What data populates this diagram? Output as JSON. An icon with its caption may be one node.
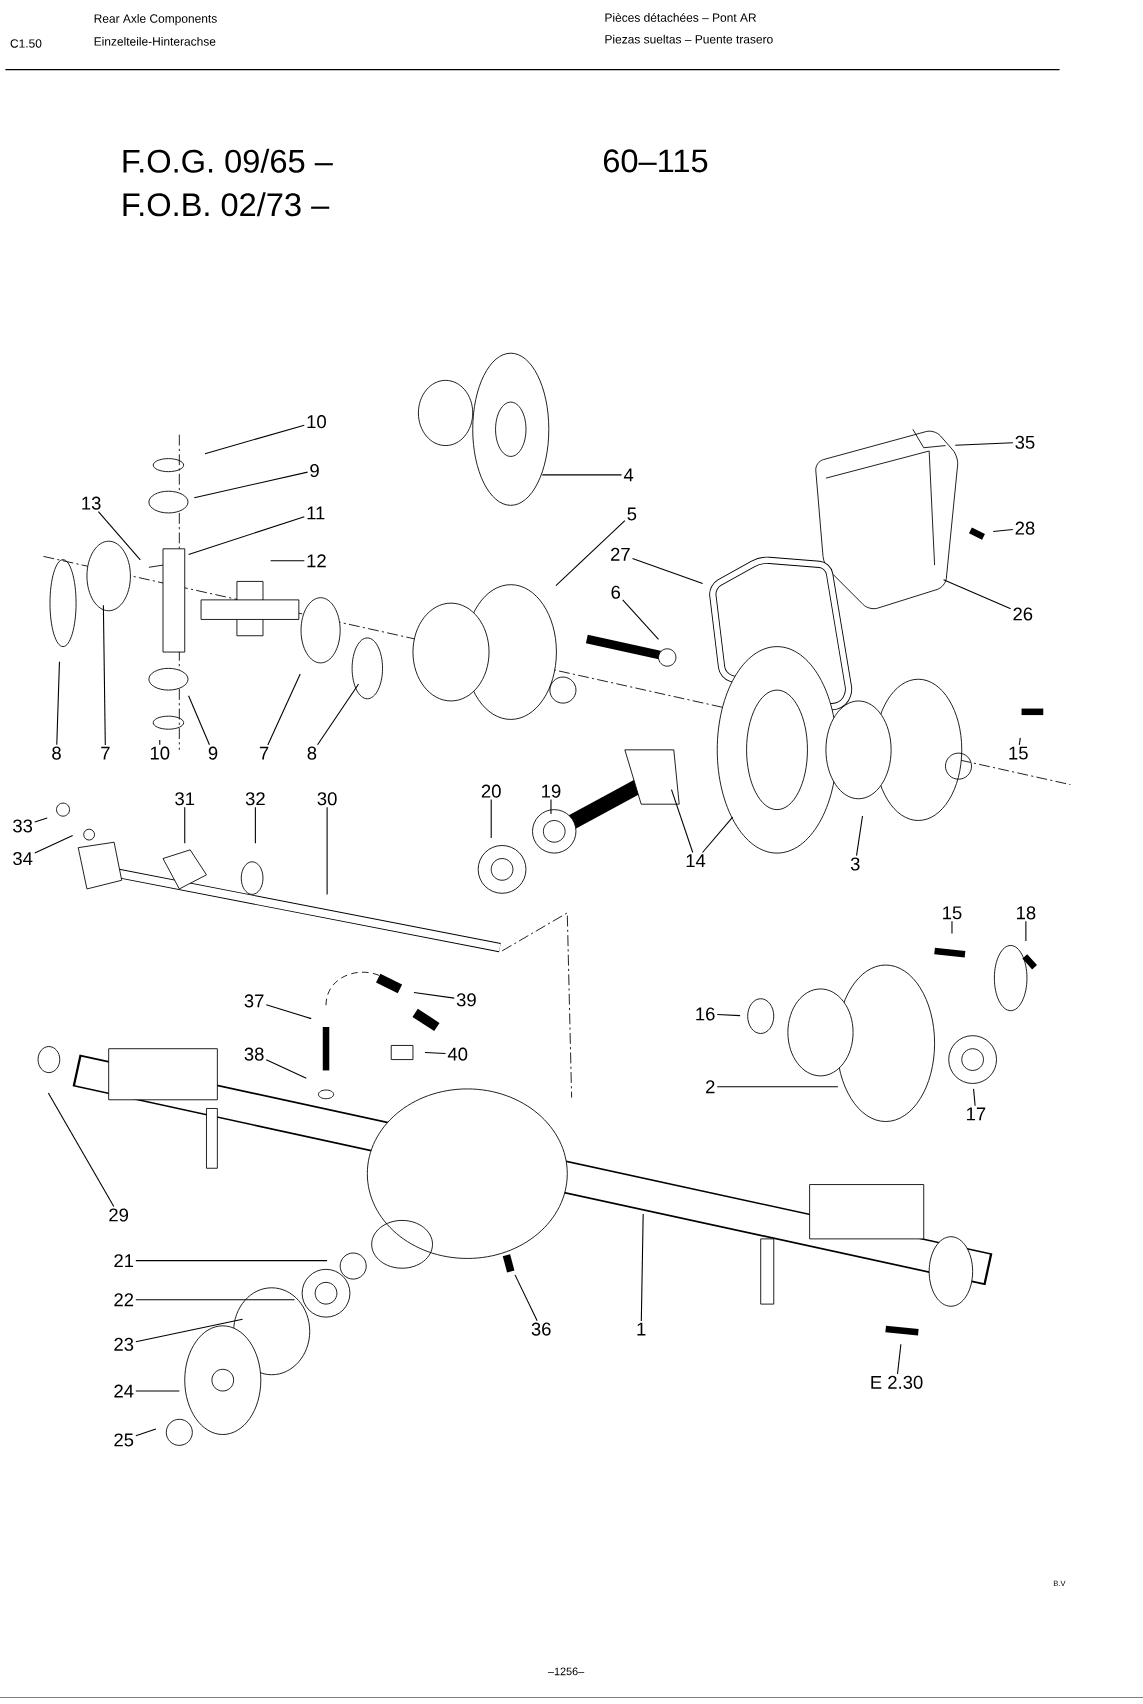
{
  "diagram": {
    "nodes": [
      {
        "text": [
          "10"
        ]
      },
      {
        "text": [
          "9"
        ]
      },
      {
        "text": [
          "13"
        ]
      },
      {
        "text": [
          "11"
        ]
      },
      {
        "text": [
          "12"
        ]
      },
      {
        "text": [
          "4"
        ]
      },
      {
        "text": [
          "5"
        ]
      },
      {
        "text": [
          "27"
        ]
      },
      {
        "text": [
          "6"
        ]
      },
      {
        "text": [
          "35"
        ]
      },
      {
        "text": [
          "28"
        ]
      },
      {
        "text": [
          "26"
        ]
      },
      {
        "text": [
          "8"
        ]
      },
      {
        "text": [
          "7"
        ]
      },
      {
        "text": [
          "10"
        ]
      },
      {
        "text": [
          "9"
        ]
      },
      {
        "text": [
          "7"
        ]
      },
      {
        "text": [
          "8"
        ]
      },
      {
        "text": [
          "15"
        ]
      },
      {
        "text": [
          "33"
        ]
      },
      {
        "text": [
          "34"
        ]
      },
      {
        "text": [
          "31"
        ]
      },
      {
        "text": [
          "32"
        ]
      },
      {
        "text": [
          "30"
        ]
      },
      {
        "text": [
          "20"
        ]
      },
      {
        "text": [
          "19"
        ]
      },
      {
        "text": [
          "14"
        ]
      },
      {
        "text": [
          "3"
        ]
      },
      {
        "text": [
          "15"
        ]
      },
      {
        "text": [
          "18"
        ]
      },
      {
        "text": [
          "37"
        ]
      },
      {
        "text": [
          "39"
        ]
      },
      {
        "text": [
          "16"
        ]
      },
      {
        "text": [
          "38"
        ]
      },
      {
        "text": [
          "40"
        ]
      },
      {
        "text": [
          "2"
        ]
      },
      {
        "text": [
          "17"
        ]
      },
      {
        "text": [
          "29"
        ]
      },
      {
        "text": [
          "21"
        ]
      },
      {
        "text": [
          "22"
        ]
      },
      {
        "text": [
          "23"
        ]
      },
      {
        "text": [
          "36"
        ]
      },
      {
        "text": [
          "1"
        ]
      },
      {
        "text": [
          "E 2.30"
        ]
      },
      {
        "text": [
          "24"
        ]
      },
      {
        "text": [
          "25"
        ]
      }
    ],
    "edges": [
      {
        "from": 0,
        "to": null,
        "arrow": "none"
      },
      {
        "from": 1,
        "to": null,
        "arrow": "none"
      },
      {
        "from": 2,
        "to": null,
        "arrow": "none"
      },
      {
        "from": 3,
        "to": null,
        "arrow": "none"
      },
      {
        "from": 4,
        "to": null,
        "arrow": "none"
      },
      {
        "from": 5,
        "to": null,
        "arrow": "none"
      },
      {
        "from": 6,
        "to": null,
        "arrow": "none"
      },
      {
        "from": 7,
        "to": null,
        "arrow": "none"
      },
      {
        "from": 8,
        "to": null,
        "arrow": "none"
      },
      {
        "from": 9,
        "to": null,
        "arrow": "none"
      },
      {
        "from": 10,
        "to": null,
        "arrow": "none"
      },
      {
        "from": 11,
        "to": null,
        "arrow": "none"
      },
      {
        "from": 12,
        "to": null,
        "arrow": "none"
      },
      {
        "from": 13,
        "to": null,
        "arrow": "none"
      },
      {
        "from": 14,
        "to": null,
        "arrow": "none"
      },
      {
        "from": 15,
        "to": null,
        "arrow": "none"
      },
      {
        "from": 16,
        "to": null,
        "arrow": "none"
      },
      {
        "from": 17,
        "to": null,
        "arrow": "none"
      },
      {
        "from": 18,
        "to": null,
        "arrow": "none"
      },
      {
        "from": 19,
        "to": null,
        "arrow": "none"
      },
      {
        "from": 20,
        "to": null,
        "arrow": "none"
      },
      {
        "from": 21,
        "to": null,
        "arrow": "none"
      },
      {
        "from": 22,
        "to": null,
        "arrow": "none"
      },
      {
        "from": 23,
        "to": null,
        "arrow": "none"
      },
      {
        "from": 24,
        "to": null,
        "arrow": "none"
      },
      {
        "from": 25,
        "to": null,
        "arrow": "none"
      },
      {
        "from": 26,
        "to": null,
        "arrow": "none"
      },
      {
        "from": 26,
        "to": null,
        "arrow": "none"
      },
      {
        "from": 27,
        "to": null,
        "arrow": "none"
      },
      {
        "from": 28,
        "to": null,
        "arrow": "none"
      },
      {
        "from": 29,
        "to": null,
        "arrow": "none"
      },
      {
        "from": 30,
        "to": null,
        "arrow": "none"
      },
      {
        "from": 31,
        "to": null,
        "arrow": "none"
      },
      {
        "from": 32,
        "to": null,
        "arrow": "none"
      },
      {
        "from": 33,
        "to": null,
        "arrow": "none"
      },
      {
        "from": 34,
        "to": null,
        "arrow": "none"
      },
      {
        "from": 35,
        "to": null,
        "arrow": "none"
      },
      {
        "from": 36,
        "to": null,
        "arrow": "none"
      },
      {
        "from": 37,
        "to": null,
        "arrow": "none"
      },
      {
        "from": 38,
        "to": null,
        "arrow": "none"
      },
      {
        "from": 39,
        "to": null,
        "arrow": "none"
      },
      {
        "from": 40,
        "to": null,
        "arrow": "none"
      },
      {
        "from": 41,
        "to": null,
        "arrow": "none"
      },
      {
        "from": 42,
        "to": null,
        "arrow": "none"
      },
      {
        "from": 43,
        "to": null,
        "arrow": "none"
      },
      {
        "from": 44,
        "to": null,
        "arrow": "none"
      },
      {
        "from": 45,
        "to": null,
        "arrow": "none"
      }
    ],
    "labels": [
      "Rear Axle Components",
      "Pièces détachées – Pont AR",
      "C1.50",
      "Einzelteile-Hinterachse",
      "Piezas sueltas – Puente trasero",
      "F.O.G. 09/65 –",
      "60–115",
      "F.O.B. 02/73 –",
      "B.V",
      "–1256–"
    ]
  }
}
